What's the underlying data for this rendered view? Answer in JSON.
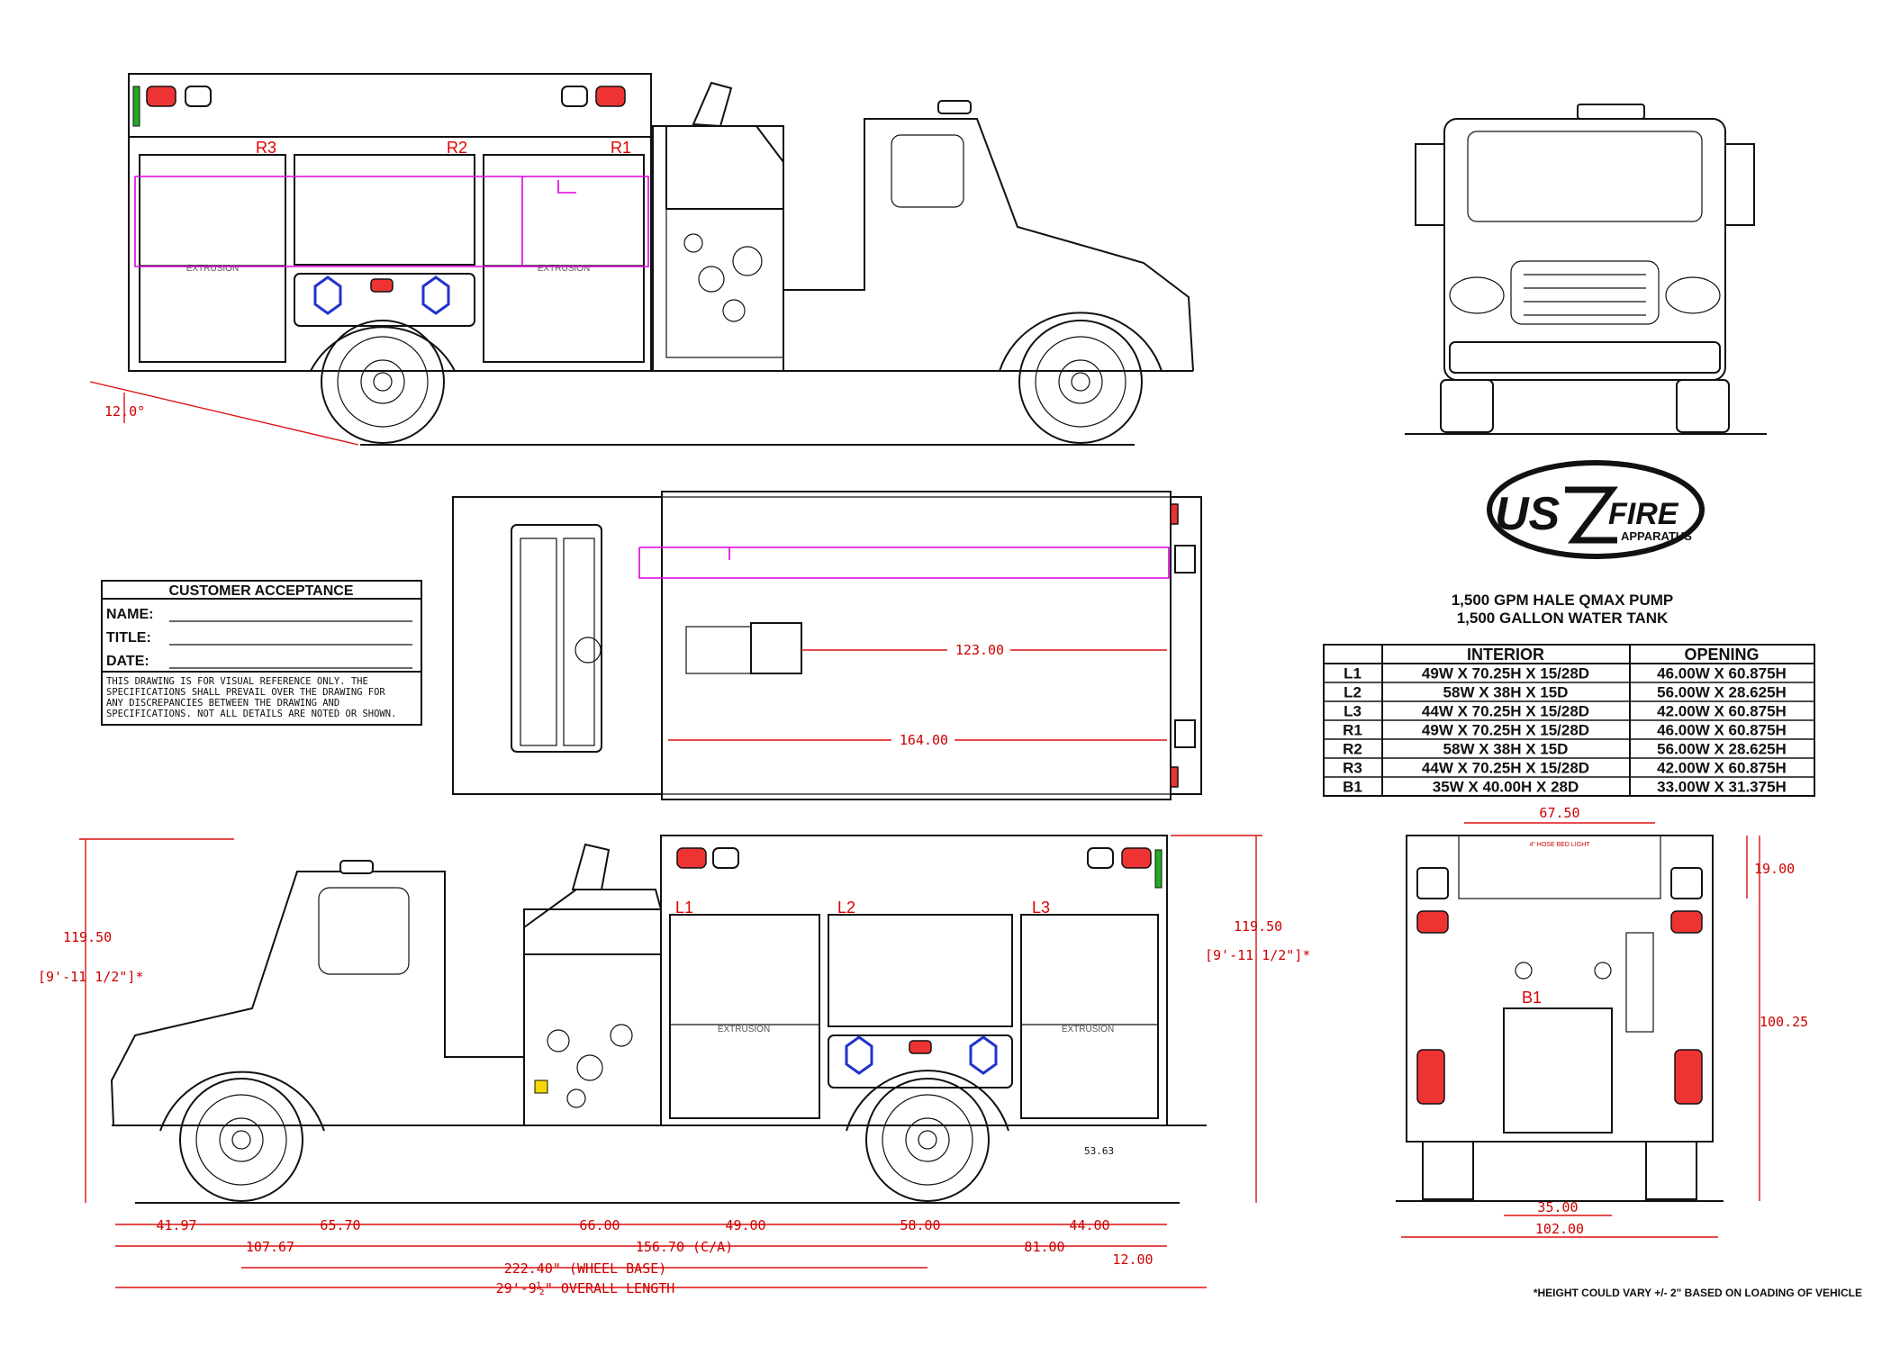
{
  "brand": {
    "logo_left": "US",
    "logo_right": "FIRE",
    "logo_sub": "APPARATUS"
  },
  "specs": {
    "pump": "1,500 GPM HALE QMAX PUMP",
    "tank": "1,500 GALLON WATER TANK"
  },
  "customer_acceptance": {
    "title": "CUSTOMER ACCEPTANCE",
    "fields": [
      "NAME:",
      "TITLE:",
      "DATE:"
    ],
    "disclaimer": [
      "THIS DRAWING IS FOR VISUAL REFERENCE ONLY. THE",
      "SPECIFICATIONS SHALL PREVAIL OVER THE DRAWING FOR",
      "ANY DISCREPANCIES BETWEEN THE DRAWING AND",
      "SPECIFICATIONS. NOT ALL DETAILS ARE NOTED OR SHOWN."
    ]
  },
  "compartment_table": {
    "headers": [
      "",
      "INTERIOR",
      "OPENING"
    ],
    "rows": [
      {
        "id": "L1",
        "interior": "49W X 70.25H X 15/28D",
        "opening": "46.00W X 60.875H"
      },
      {
        "id": "L2",
        "interior": "58W X 38H X 15D",
        "opening": "56.00W X 28.625H"
      },
      {
        "id": "L3",
        "interior": "44W X 70.25H X 15/28D",
        "opening": "42.00W X 60.875H"
      },
      {
        "id": "R1",
        "interior": "49W X 70.25H X 15/28D",
        "opening": "46.00W X 60.875H"
      },
      {
        "id": "R2",
        "interior": "58W X 38H X 15D",
        "opening": "56.00W X 28.625H"
      },
      {
        "id": "R3",
        "interior": "44W X 70.25H X 15/28D",
        "opening": "42.00W X 60.875H"
      },
      {
        "id": "B1",
        "interior": "35W X 40.00H X 28D",
        "opening": "33.00W X 31.375H"
      }
    ]
  },
  "compartment_labels": {
    "right": [
      "R3",
      "R2",
      "R1"
    ],
    "left": [
      "L1",
      "L2",
      "L3"
    ],
    "rear": "B1"
  },
  "extrusion_label": "EXTRUSION",
  "dimensions": {
    "angle": "12.0°",
    "top_tank": "123.00",
    "top_body": "164.00",
    "height_left": "119.50",
    "height_left_ft": "[9'-11 1/2\"]*",
    "height_right": "119.50",
    "height_right_ft": "[9'-11 1/2\"]*",
    "bottom_row1": [
      "41.97",
      "65.70",
      "66.00",
      "49.00",
      "58.00",
      "44.00"
    ],
    "bumper": "107.67",
    "cab_axle": "156.70 (C/A)",
    "rear_overhang": "81.00",
    "step": "12.00",
    "wheelbase": "222.40\" (WHEEL BASE)",
    "overall": "29'-9½\" OVERALL LENGTH",
    "rear_width_top": "67.50",
    "rear_top_h": "19.00",
    "rear_height": "100.25",
    "rear_b1_width": "35.00",
    "rear_overall_width": "102.00",
    "bracket_label": "53.63",
    "rear_hose_text": "4\" HOSE BED LIGHT"
  },
  "footnote": "*HEIGHT COULD VARY +/- 2\" BASED ON LOADING OF VEHICLE",
  "colors": {
    "dimension": "#cc0000",
    "plumbing": "#dd00dd",
    "warning_light": "#e33333",
    "scene_light": "#2233cc",
    "marker_green": "#22aa22"
  }
}
